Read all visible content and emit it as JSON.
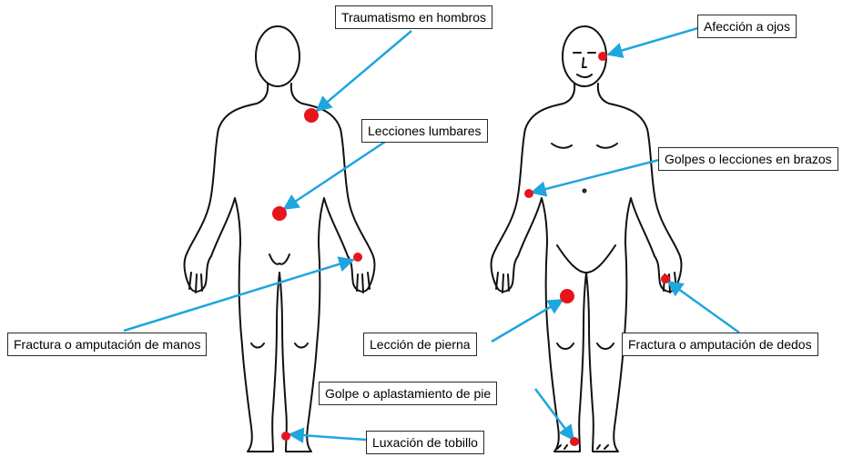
{
  "colors": {
    "outline": "#111111",
    "marker": "#e8141c",
    "arrow": "#1ea6dd",
    "label_border": "#2b2b2b"
  },
  "figures": [
    {
      "name": "back-view",
      "description_visible": false
    },
    {
      "name": "front-view",
      "description_visible": false
    }
  ],
  "annotations": [
    {
      "id": "hombros",
      "label": "Traumatismo en hombros"
    },
    {
      "id": "lumbares",
      "label": "Lecciones lumbares"
    },
    {
      "id": "manos",
      "label": "Fractura o amputación de manos"
    },
    {
      "id": "tobillo",
      "label": "Luxación de tobillo"
    },
    {
      "id": "ojos",
      "label": "Afección a ojos"
    },
    {
      "id": "brazos",
      "label": "Golpes o lecciones en brazos"
    },
    {
      "id": "pierna",
      "label": "Lección de pierna"
    },
    {
      "id": "dedos",
      "label": "Fractura o amputación de dedos"
    },
    {
      "id": "pie",
      "label": "Golpe o aplastamiento de pie"
    }
  ]
}
